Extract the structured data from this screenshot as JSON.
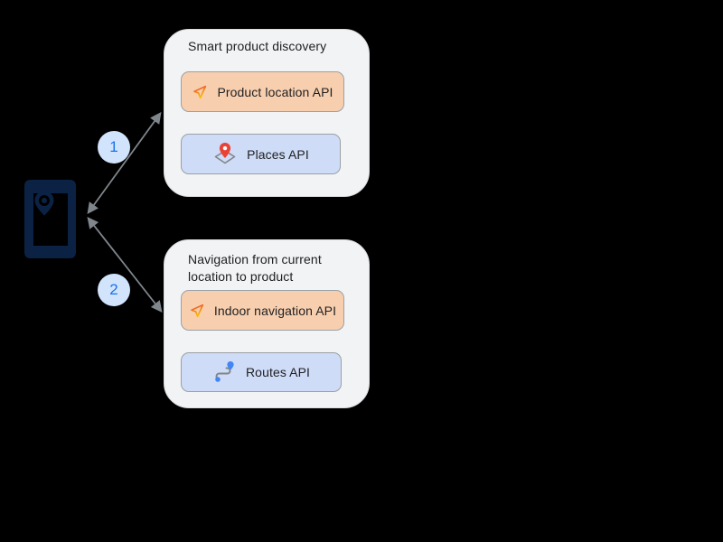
{
  "badges": [
    {
      "label": "1"
    },
    {
      "label": "2"
    }
  ],
  "groups": [
    {
      "title": "Smart product discovery",
      "chips": [
        {
          "label": "Product location API",
          "icon": "navigation-arrow-icon",
          "color": "#f8cfae"
        },
        {
          "label": "Places API",
          "icon": "map-pin-icon",
          "color": "#cfdcf7"
        }
      ]
    },
    {
      "title": "Navigation from current location to product",
      "chips": [
        {
          "label": "Indoor navigation API",
          "icon": "navigation-arrow-icon",
          "color": "#f8cfae"
        },
        {
          "label": "Routes API",
          "icon": "route-icon",
          "color": "#cfdcf7"
        }
      ]
    }
  ],
  "device": {
    "icon": "smartphone-with-location-pin-icon",
    "color": "#0c2244"
  },
  "colors": {
    "background": "#000000",
    "group_bg": "#f2f3f4",
    "chip_orange": "#f8cfae",
    "chip_blue": "#cfdcf7",
    "chip_border": "#9aa0a6",
    "badge_bg": "#d2e3fc",
    "badge_text": "#1a73e8",
    "arrow": "#7f868c",
    "text": "#202124",
    "pin_red": "#ea4335",
    "route_blue": "#4285f4",
    "nav_gradient_top": "#e94235",
    "nav_gradient_bottom": "#fbbc04"
  }
}
